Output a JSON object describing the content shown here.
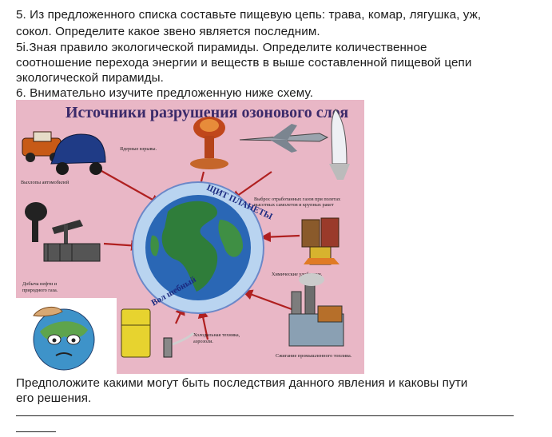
{
  "task5": {
    "line1": "5. Из предложенного списка составьте пищевую цепь: трава, комар, лягушка, уж,",
    "line2": "сокол.   Определите  какое звено является последним."
  },
  "task5i": {
    "line1": "5i.Зная правило экологической  пирамиды. Определите количественное",
    "line2": "соотношение  перехода энергии и веществ в выше составленной пищевой цепи",
    "line3": "экологической пирамиды."
  },
  "task6": {
    "line1": "6. Внимательно изучите предложенную ниже схему."
  },
  "poster": {
    "title": "Источники разрушения озонового слоя",
    "shield_text": "ЩИТ ПЛАНЕТЫ",
    "bottom_text": "Вол шебный",
    "captions": {
      "nuclear": "Ядерные взрывы.",
      "cars": "Выхлопы автомобилей",
      "aircraft_line1": "Выброс отработанных газов при полетах",
      "aircraft_line2": "высотных самолетов и крупных ракет",
      "oil_line1": "Добыча нефти и",
      "oil_line2": "природного газа.",
      "chemical": "Химические удобрения.",
      "fridge_line1": "Холодильная техника,",
      "fridge_line2": "аэрозоли.",
      "fuel": "Сжигание промышленного топлива."
    }
  },
  "question": {
    "line1": "Предположите какими могут быть последствия данного явления и каковы пути",
    "line2": "его решения."
  },
  "colors": {
    "poster_bg": "#e9b7c6",
    "arrow": "#b02020",
    "ocean": "#2a67b5",
    "land": "#2f7d3a"
  }
}
